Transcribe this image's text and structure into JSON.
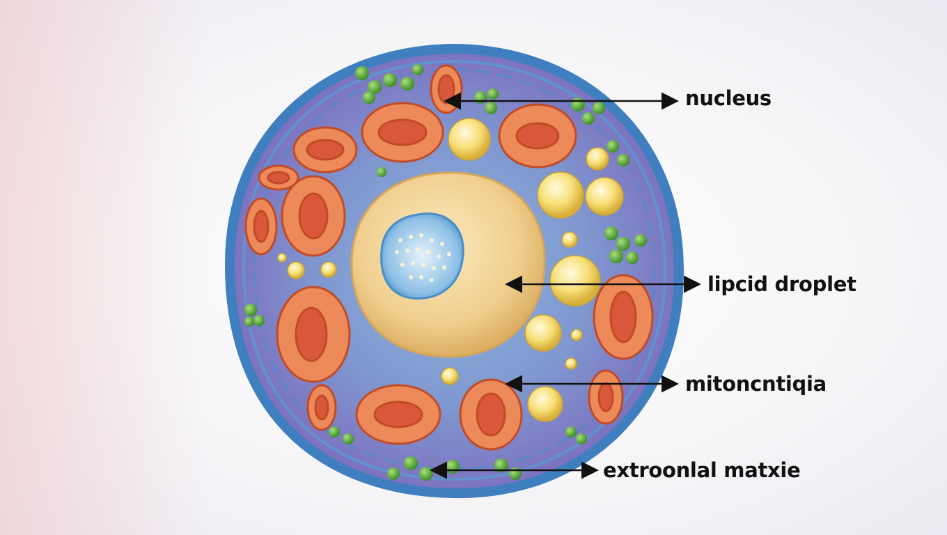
{
  "labels": {
    "nucleus": "nucleus",
    "lipid_droplet": "lipcid droplet",
    "mitochondria": "mitoncntiqia",
    "extracellular_matrix": "extroonlal matxie"
  },
  "colors": {
    "membrane": "#3f7fc0",
    "cytoplasm": "#7f86c8",
    "mitochondria": "#e2704a",
    "lipid": "#f5d867",
    "nucleus": "#f1d49a",
    "ribosome_cluster": "#5cab3a"
  }
}
